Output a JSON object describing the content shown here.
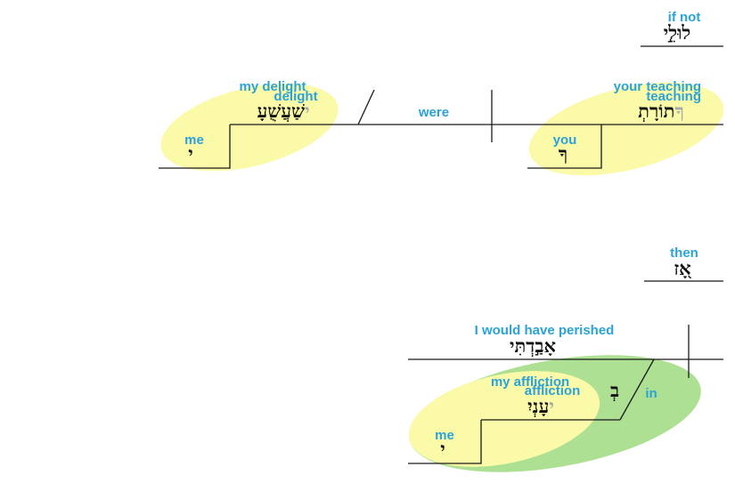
{
  "colors": {
    "english": "#29a3d9",
    "hebrew": "#111111",
    "hebrew_suffix": "#a8a8a8",
    "highlight_yellow": "#fafaa8",
    "highlight_green": "#ade092"
  },
  "clause1": {
    "conj_gloss": "if not",
    "conj_hebrew": "לוּלֵ֣י",
    "subject_gloss_1": "your teaching",
    "subject_gloss_2": "teaching",
    "subject_hebrew_stem": "תוֹרָתְ",
    "subject_hebrew_suffix": "ךָ",
    "subject_possessor_gloss": "you",
    "subject_possessor_hebrew": "ךָ",
    "verb_gloss": "were",
    "predicate_gloss_1": "my delight",
    "predicate_gloss_2": "delight",
    "predicate_hebrew_stem": "שַׁעֲשֻׁעָ",
    "predicate_hebrew_suffix": "י",
    "predicate_possessor_gloss": "me",
    "predicate_possessor_hebrew": "י"
  },
  "clause2": {
    "conj_gloss": "then",
    "conj_hebrew": "אָ֭ז",
    "verb_gloss": "I would have perished",
    "verb_hebrew": "אָבַ֣דְתִּי",
    "prep_gloss": "in",
    "prep_hebrew": "בְ",
    "object_gloss_1": "my affliction",
    "object_gloss_2": "affliction",
    "object_hebrew_stem": "עָנְיִ",
    "object_hebrew_suffix": "י",
    "object_possessor_gloss": "me",
    "object_possessor_hebrew": "י"
  }
}
